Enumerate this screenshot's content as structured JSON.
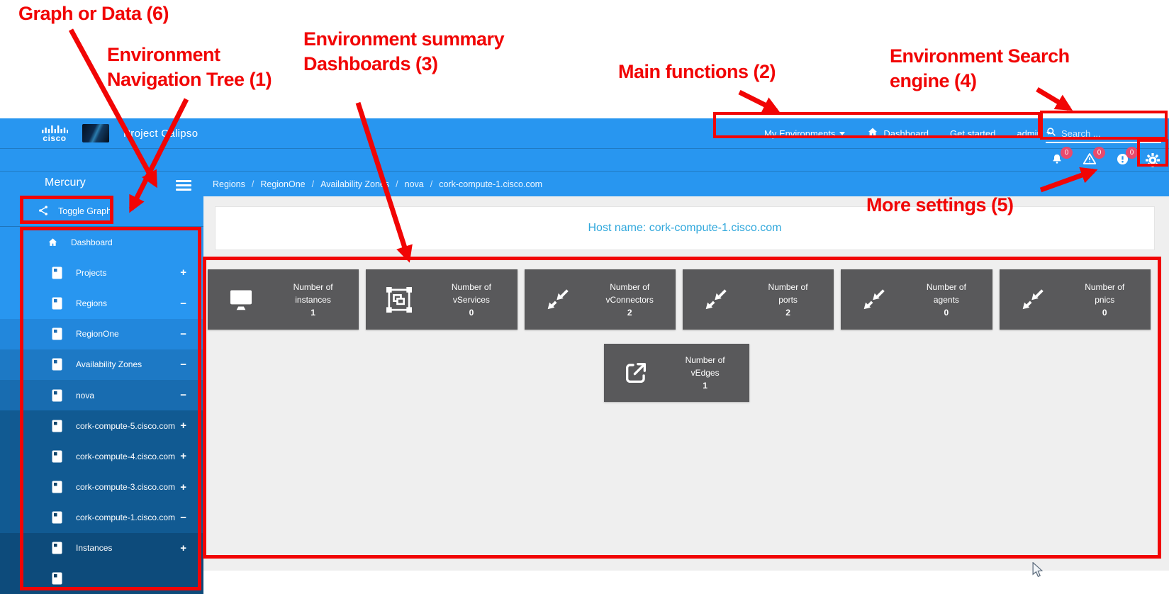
{
  "colors": {
    "header_blue": "#2896f0",
    "badge_pink": "#e84a6d",
    "tile_gray": "#59595b",
    "content_gray": "#efefef",
    "host_text_blue": "#31a8dc",
    "annotation_red": "#f10505",
    "sidebar_depth_shades": [
      "#2896f0",
      "#2287dc",
      "#1d79c5",
      "#186cb0",
      "#115a92",
      "#0d4b7b"
    ]
  },
  "annotations": {
    "graph_or_data": "Graph or Data (6)",
    "nav_tree_line1": "Environment",
    "nav_tree_line2": "Navigation Tree (1)",
    "dashboards_line1": "Environment summary",
    "dashboards_line2": "Dashboards (3)",
    "main_functions": "Main functions (2)",
    "search_line1": "Environment Search",
    "search_line2": "engine (4)",
    "more_settings": "More settings (5)"
  },
  "header": {
    "cisco_logo": "cisco",
    "app_title": "Project Calipso",
    "menu": {
      "my_environments": "My Environments",
      "dashboard": "Dashboard",
      "get_started": "Get started",
      "admin": "admin"
    },
    "search_placeholder": "Search ...",
    "notifications": [
      {
        "icon": "bell-icon",
        "count": "0"
      },
      {
        "icon": "warning-triangle-icon",
        "count": "0"
      },
      {
        "icon": "error-circle-icon",
        "count": "0"
      }
    ]
  },
  "subheader": {
    "environment_name": "Mercury",
    "separator": "/",
    "breadcrumb": [
      "Regions",
      "RegionOne",
      "Availability Zones",
      "nova",
      "cork-compute-1.cisco.com"
    ]
  },
  "sidebar": {
    "toggle_graph_label": "Toggle Graph",
    "items": [
      {
        "label": "Dashboard",
        "expander": "",
        "depth": 0
      },
      {
        "label": "Projects",
        "expander": "+",
        "depth": 0
      },
      {
        "label": "Regions",
        "expander": "−",
        "depth": 0
      },
      {
        "label": "RegionOne",
        "expander": "−",
        "depth": 1
      },
      {
        "label": "Availability Zones",
        "expander": "−",
        "depth": 2
      },
      {
        "label": "nova",
        "expander": "−",
        "depth": 3
      },
      {
        "label": "cork-compute-5.cisco.com",
        "expander": "+",
        "depth": 4
      },
      {
        "label": "cork-compute-4.cisco.com",
        "expander": "+",
        "depth": 4
      },
      {
        "label": "cork-compute-3.cisco.com",
        "expander": "+",
        "depth": 4
      },
      {
        "label": "cork-compute-1.cisco.com",
        "expander": "−",
        "depth": 4
      },
      {
        "label": "Instances",
        "expander": "+",
        "depth": 5
      }
    ]
  },
  "main": {
    "host_title": "Host name: cork-compute-1.cisco.com",
    "tiles": [
      {
        "line1": "Number of",
        "line2": "instances",
        "value": "1",
        "icon": "monitor-icon"
      },
      {
        "line1": "Number of",
        "line2": "vServices",
        "value": "0",
        "icon": "topology-icon"
      },
      {
        "line1": "Number of",
        "line2": "vConnectors",
        "value": "2",
        "icon": "compress-arrows-icon"
      },
      {
        "line1": "Number of",
        "line2": "ports",
        "value": "2",
        "icon": "compress-arrows-icon"
      },
      {
        "line1": "Number of",
        "line2": "agents",
        "value": "0",
        "icon": "compress-arrows-icon"
      },
      {
        "line1": "Number of",
        "line2": "pnics",
        "value": "0",
        "icon": "compress-arrows-icon"
      }
    ],
    "vedges_tile": {
      "line1": "Number of",
      "line2": "vEdges",
      "value": "1",
      "icon": "external-link-icon"
    }
  }
}
